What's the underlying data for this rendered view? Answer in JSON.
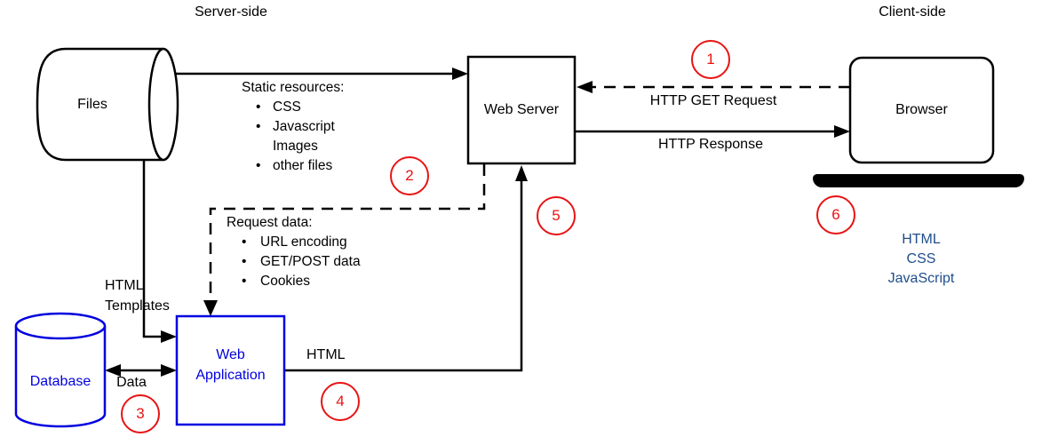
{
  "titles": {
    "server": "Server-side",
    "client": "Client-side"
  },
  "nodes": {
    "files": {
      "label": "Files"
    },
    "web_server": {
      "label": "Web Server"
    },
    "browser": {
      "label": "Browser"
    },
    "database": {
      "label": "Database"
    },
    "web_application": {
      "line1": "Web",
      "line2": "Application"
    }
  },
  "labels": {
    "http_get_request": "HTTP GET Request",
    "http_response": "HTTP Response",
    "html_templates": {
      "line1": "HTML",
      "line2": "Templates"
    },
    "data": "Data",
    "html": "HTML"
  },
  "notes": {
    "static_resources": {
      "title": "Static resources:",
      "items": [
        {
          "text": "CSS",
          "bullet": true
        },
        {
          "text": "Javascript",
          "bullet": true
        },
        {
          "text": "Images",
          "bullet": false
        },
        {
          "text": "other files",
          "bullet": true
        }
      ]
    },
    "request_data": {
      "title": "Request data:",
      "items": [
        {
          "text": "URL encoding",
          "bullet": true
        },
        {
          "text": "GET/POST data",
          "bullet": true
        },
        {
          "text": "Cookies",
          "bullet": true
        }
      ]
    }
  },
  "client_stack": {
    "line1": "HTML",
    "line2": "CSS",
    "line3": "JavaScript"
  },
  "steps": {
    "s1": "1",
    "s2": "2",
    "s3": "3",
    "s4": "4",
    "s5": "5",
    "s6": "6"
  },
  "colors": {
    "node_accent_blue": "#0000e0",
    "step_red": "#e81313",
    "client_stack_blue": "#1f4e8c",
    "line_black": "#000000"
  }
}
